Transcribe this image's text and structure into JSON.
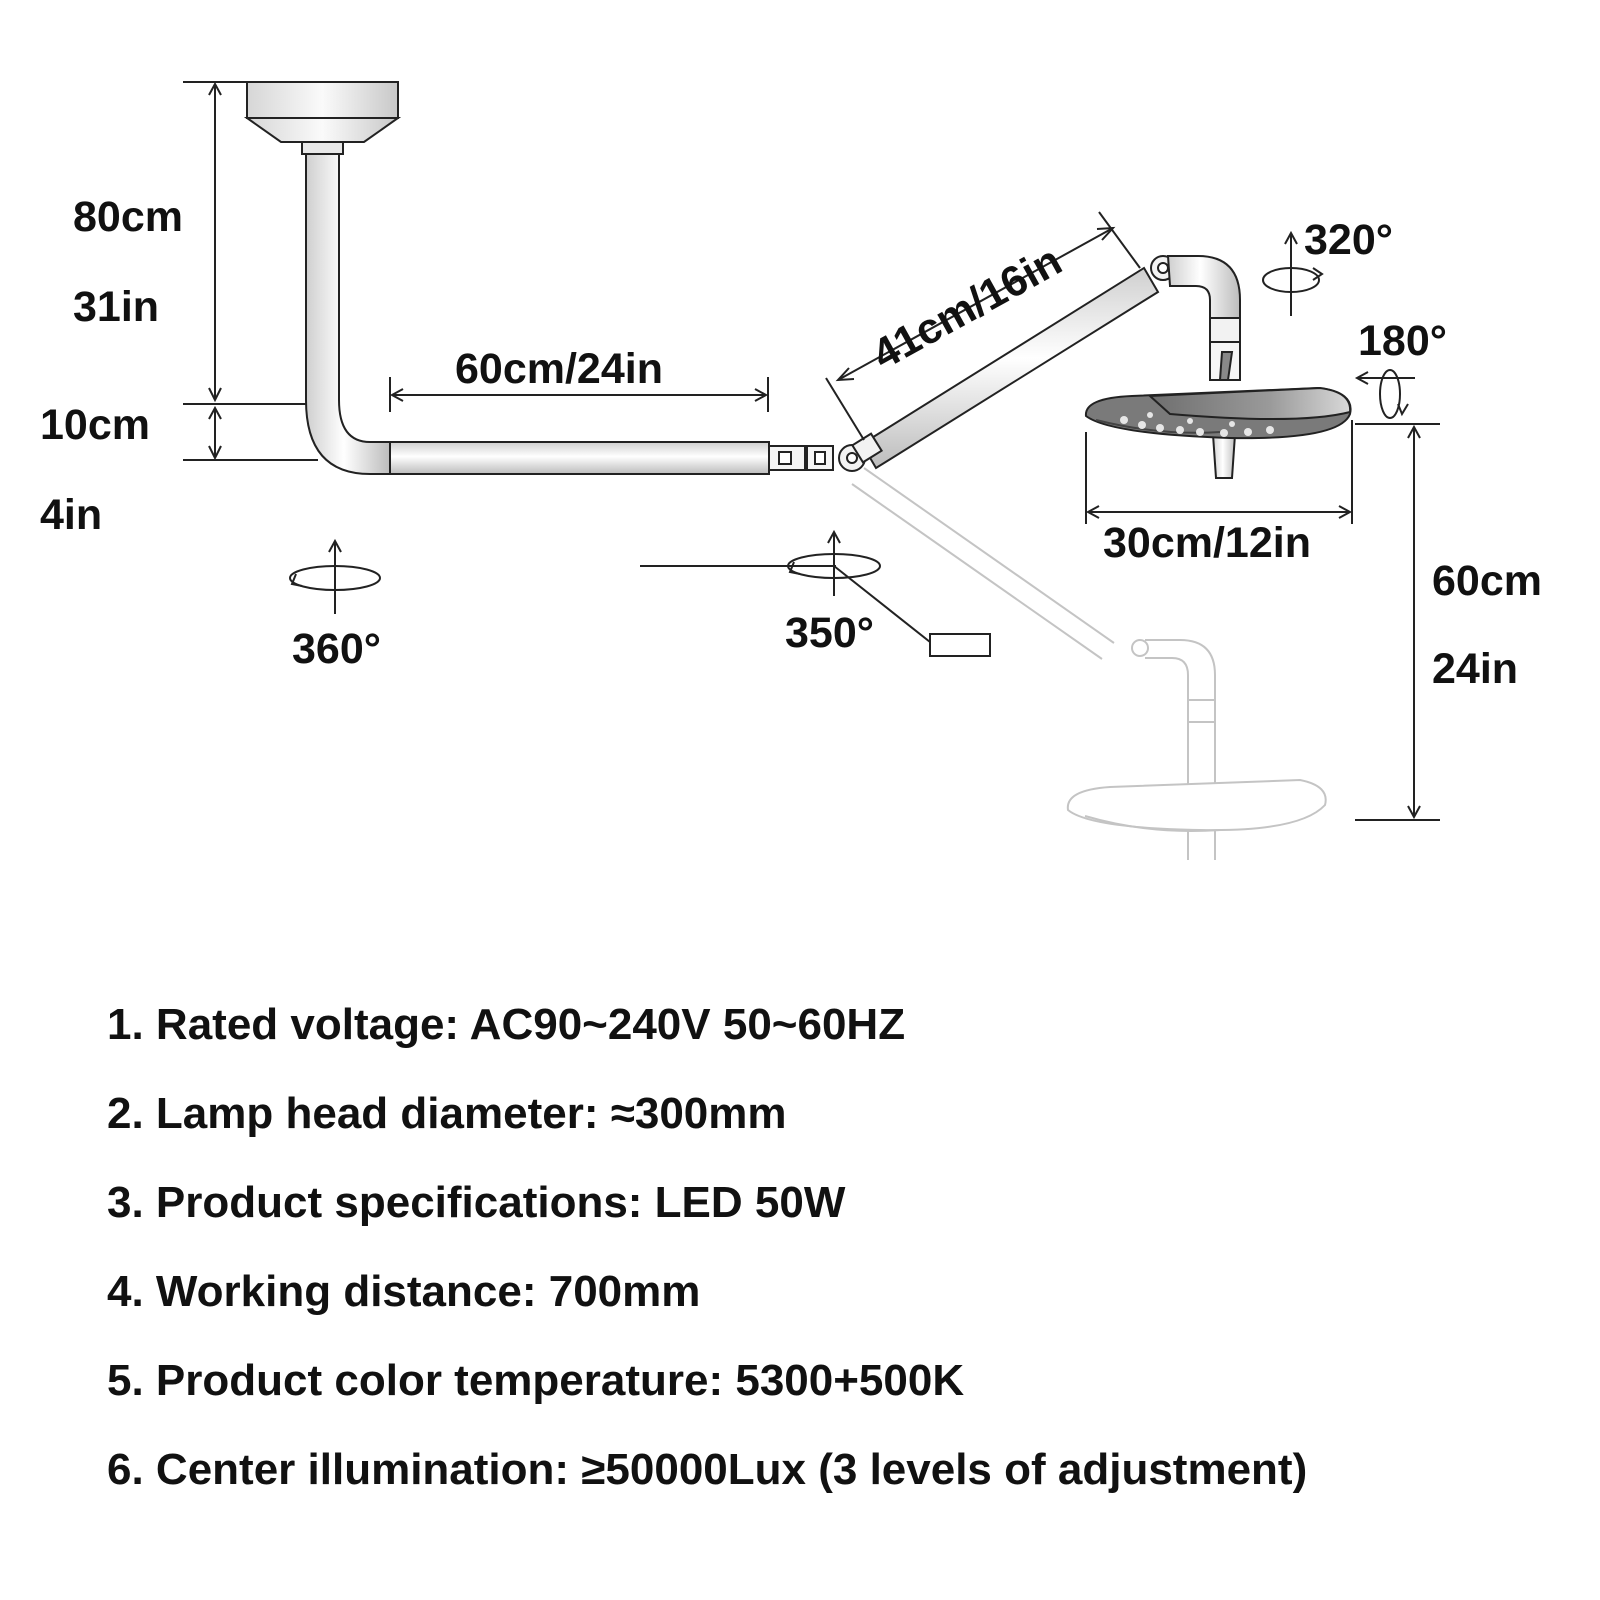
{
  "dimensions": {
    "mount_height_cm": "80cm",
    "mount_height_in": "31in",
    "elbow_drop_cm": "10cm",
    "elbow_drop_in": "4in",
    "horizontal_arm": "60cm/24in",
    "spring_arm": "41cm/16in",
    "lamp_head_width": "30cm/12in",
    "vertical_travel_cm": "60cm",
    "vertical_travel_in": "24in"
  },
  "rotations": {
    "base": "360°",
    "joint": "350°",
    "yoke": "320°",
    "head": "180°"
  },
  "specs": [
    "1. Rated voltage: AC90~240V 50~60HZ",
    "2. Lamp head diameter: ≈300mm",
    "3. Product specifications: LED 50W",
    "4. Working distance: 700mm",
    "5. Product color temperature: 5300+500K",
    "6. Center illumination: ≥50000Lux (3 levels of adjustment)"
  ],
  "colors": {
    "line": "#222222",
    "ghost": "#c4c4c4",
    "fill": "#f2f2f2",
    "lamp_top": "#8a8a8a"
  }
}
